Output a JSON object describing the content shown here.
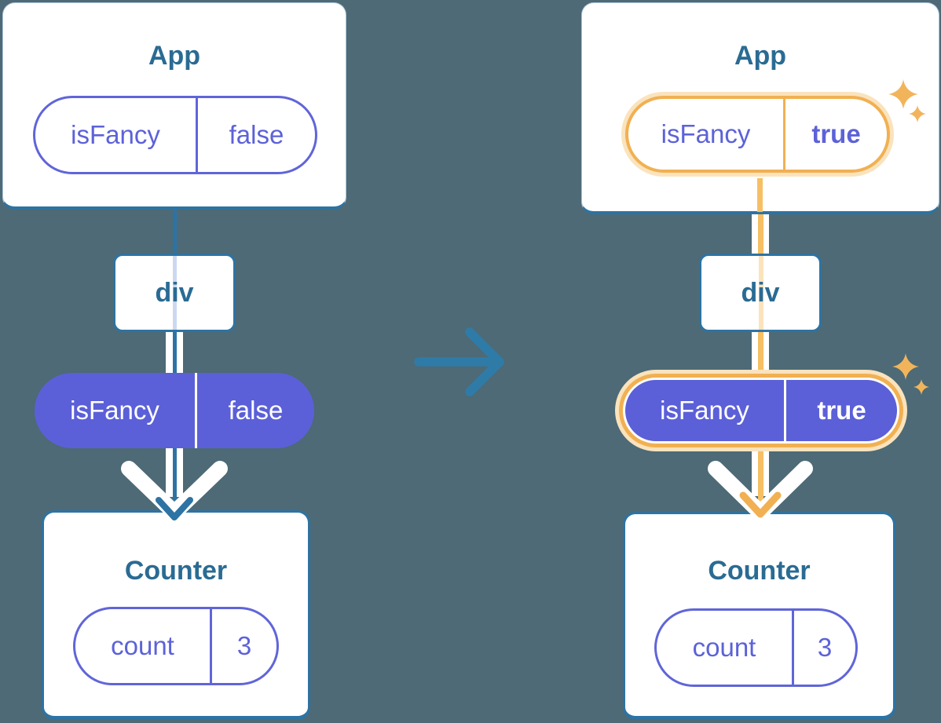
{
  "before": {
    "app": {
      "title": "App",
      "prop": {
        "name": "isFancy",
        "value": "false"
      }
    },
    "div": {
      "label": "div"
    },
    "state_pill": {
      "name": "isFancy",
      "value": "false"
    },
    "counter": {
      "title": "Counter",
      "state": {
        "name": "count",
        "value": "3"
      }
    }
  },
  "after": {
    "app": {
      "title": "App",
      "prop": {
        "name": "isFancy",
        "value": "true"
      }
    },
    "div": {
      "label": "div"
    },
    "state_pill": {
      "name": "isFancy",
      "value": "true"
    },
    "counter": {
      "title": "Counter",
      "state": {
        "name": "count",
        "value": "3"
      }
    }
  },
  "icons": {
    "transition_arrow": "right-arrow",
    "down_arrow": "white-chevron-with-line",
    "sparkles": "four-point-star"
  },
  "colors": {
    "background": "#4d6a76",
    "card_fill": "#ffffff",
    "teal_border": "#2d73a3",
    "heading_text": "#2a6b93",
    "purple_text": "#5c62d8",
    "purple_fill": "#5b60d8",
    "highlight_orange": "#f1b052",
    "highlight_orange_light": "#f7bf63",
    "highlight_glow": "#fae3bd",
    "transition_arrow": "#2f7ba8"
  }
}
